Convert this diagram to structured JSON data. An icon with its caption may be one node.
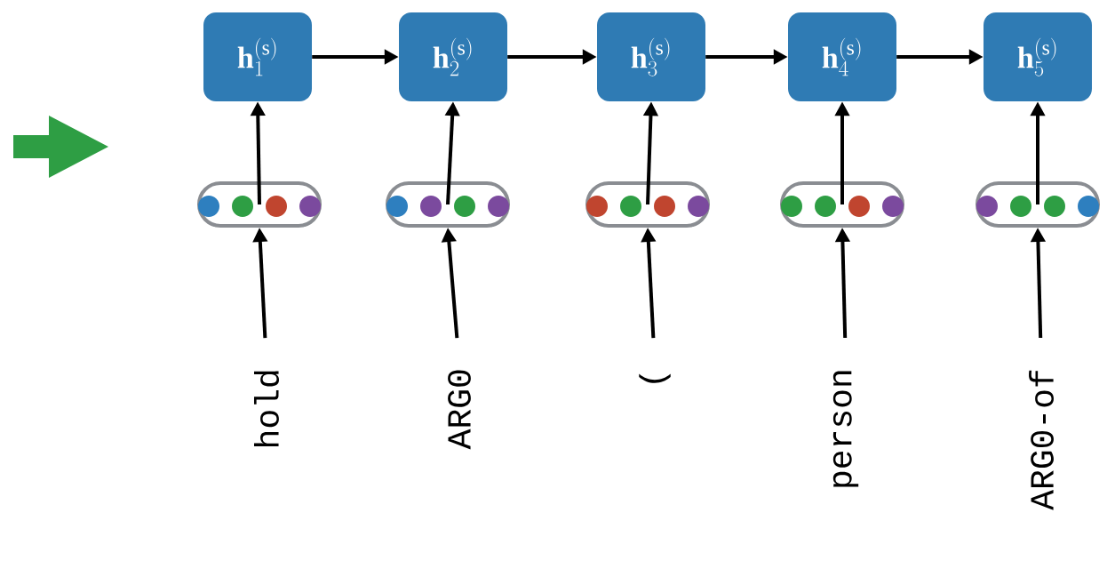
{
  "diagram": {
    "nodes": [
      {
        "text": [
          "\\mathbf{h}_1^{(\\mathrm{s})}"
        ]
      },
      {
        "text": [
          "\\mathbf{h}_2^{(\\mathrm{s})}"
        ]
      },
      {
        "text": [
          "\\mathbf{h}_3^{(\\mathrm{s})}"
        ]
      },
      {
        "text": [
          "\\mathbf{h}_4^{(\\mathrm{s})}"
        ]
      },
      {
        "text": [
          "\\mathbf{h}_5^{(\\mathrm{s})}"
        ]
      },
      {
        "text": [],
        "shape": "pill"
      },
      {
        "text": [],
        "shape": "pill"
      },
      {
        "text": [],
        "shape": "pill"
      },
      {
        "text": [],
        "shape": "pill"
      },
      {
        "text": [],
        "shape": "pill"
      },
      {
        "text": [
          "hold"
        ]
      },
      {
        "text": [
          "ARG0"
        ]
      },
      {
        "text": [
          "("
        ]
      },
      {
        "text": [
          "person"
        ]
      },
      {
        "text": [
          "ARG0-of"
        ]
      }
    ],
    "edges": [
      {
        "from": 0,
        "to": 1,
        "arrow": "to"
      },
      {
        "from": 1,
        "to": 2,
        "arrow": "to"
      },
      {
        "from": 2,
        "to": 3,
        "arrow": "to"
      },
      {
        "from": 3,
        "to": 4,
        "arrow": "to"
      },
      {
        "from": 5,
        "to": 0,
        "arrow": "to"
      },
      {
        "from": 6,
        "to": 1,
        "arrow": "to"
      },
      {
        "from": 7,
        "to": 2,
        "arrow": "to"
      },
      {
        "from": 8,
        "to": 3,
        "arrow": "to"
      },
      {
        "from": 9,
        "to": 4,
        "arrow": "to"
      },
      {
        "from": 10,
        "to": 5,
        "arrow": "to"
      },
      {
        "from": 11,
        "to": 6,
        "arrow": "to"
      },
      {
        "from": 12,
        "to": 7,
        "arrow": "to"
      },
      {
        "from": 13,
        "to": 8,
        "arrow": "to"
      },
      {
        "from": 14,
        "to": 9,
        "arrow": "to"
      }
    ]
  }
}
